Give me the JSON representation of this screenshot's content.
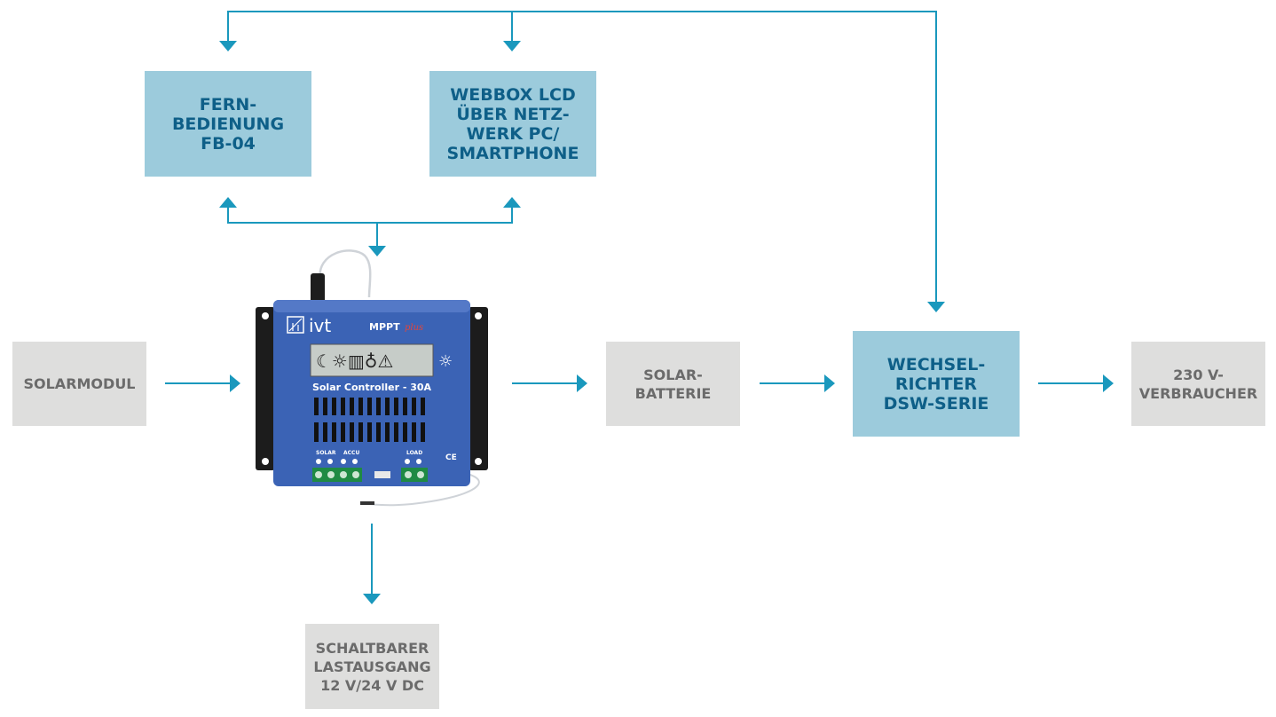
{
  "colors": {
    "arrow": "#1a98bd",
    "box_blue": "#9ccbdc",
    "box_blue_text": "#0e5f88",
    "box_grey": "#dededd",
    "box_grey_text": "#6b6b6b",
    "controller_body": "#3b63b5"
  },
  "boxes": {
    "remote": "FERN-\nBEDIENUNG\nFB-04",
    "webbox": "WEBBOX LCD\nÜBER NETZ-\nWERK PC/\nSMARTPHONE",
    "inverter": "WECHSEL-\nRICHTER\nDSW-SERIE",
    "solar_module": "SOLARMODUL",
    "battery": "SOLAR-\nBATTERIE",
    "consumer": "230 V-\nVERBRAUCHER",
    "switchable_load": "SCHALTBARER\nLASTAUSGANG\n12 V/24 V DC"
  },
  "controller": {
    "brand": "ivt",
    "model": "MPPT",
    "model_suffix": "plus",
    "name": "Solar Controller - 30A",
    "terminal_solar": "SOLAR",
    "terminal_accu": "ACCU",
    "terminal_load": "LOAD",
    "ce_mark": "CE"
  }
}
